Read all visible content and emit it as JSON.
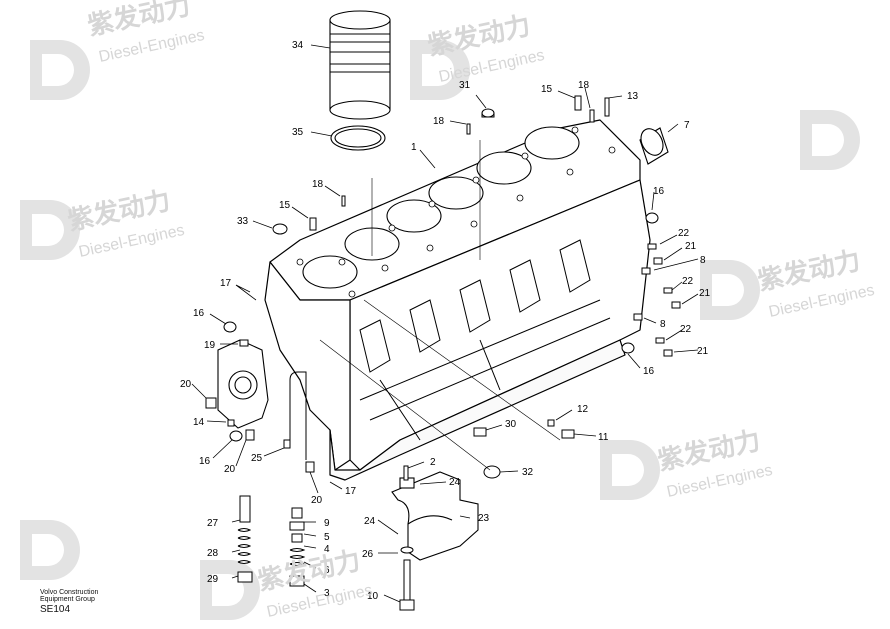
{
  "watermark": {
    "brand_cn": "紫发动力",
    "brand_en": "Diesel-Engines",
    "color": "#d6d6d6"
  },
  "credit": {
    "line1": "Volvo Construction",
    "line2": "Equipment Group",
    "code": "SE104"
  },
  "callouts": [
    {
      "id": "c34",
      "label": "34"
    },
    {
      "id": "c35",
      "label": "35"
    },
    {
      "id": "c31",
      "label": "31"
    },
    {
      "id": "c18a",
      "label": "18"
    },
    {
      "id": "c15a",
      "label": "15"
    },
    {
      "id": "c18b",
      "label": "18"
    },
    {
      "id": "c13",
      "label": "13"
    },
    {
      "id": "c7",
      "label": "7"
    },
    {
      "id": "c1",
      "label": "1"
    },
    {
      "id": "c18c",
      "label": "18"
    },
    {
      "id": "c15b",
      "label": "15"
    },
    {
      "id": "c33",
      "label": "33"
    },
    {
      "id": "c16a",
      "label": "16"
    },
    {
      "id": "c22a",
      "label": "22"
    },
    {
      "id": "c21a",
      "label": "21"
    },
    {
      "id": "c8a",
      "label": "8"
    },
    {
      "id": "c22b",
      "label": "22"
    },
    {
      "id": "c21b",
      "label": "21"
    },
    {
      "id": "c8b",
      "label": "8"
    },
    {
      "id": "c22c",
      "label": "22"
    },
    {
      "id": "c21c",
      "label": "21"
    },
    {
      "id": "c16b",
      "label": "16"
    },
    {
      "id": "c17a",
      "label": "17"
    },
    {
      "id": "c16c",
      "label": "16"
    },
    {
      "id": "c19",
      "label": "19"
    },
    {
      "id": "c20a",
      "label": "20"
    },
    {
      "id": "c14",
      "label": "14"
    },
    {
      "id": "c16d",
      "label": "16"
    },
    {
      "id": "c20b",
      "label": "20"
    },
    {
      "id": "c25",
      "label": "25"
    },
    {
      "id": "c20c",
      "label": "20"
    },
    {
      "id": "c12",
      "label": "12"
    },
    {
      "id": "c30",
      "label": "30"
    },
    {
      "id": "c11",
      "label": "11"
    },
    {
      "id": "c32",
      "label": "32"
    },
    {
      "id": "c2",
      "label": "2"
    },
    {
      "id": "c24a",
      "label": "24"
    },
    {
      "id": "c17b",
      "label": "17"
    },
    {
      "id": "c23",
      "label": "23"
    },
    {
      "id": "c27",
      "label": "27"
    },
    {
      "id": "c9",
      "label": "9"
    },
    {
      "id": "c5",
      "label": "5"
    },
    {
      "id": "c24b",
      "label": "24"
    },
    {
      "id": "c4",
      "label": "4"
    },
    {
      "id": "c26",
      "label": "26"
    },
    {
      "id": "c28",
      "label": "28"
    },
    {
      "id": "c6",
      "label": "6"
    },
    {
      "id": "c29",
      "label": "29"
    },
    {
      "id": "c3",
      "label": "3"
    },
    {
      "id": "c10",
      "label": "10"
    }
  ]
}
